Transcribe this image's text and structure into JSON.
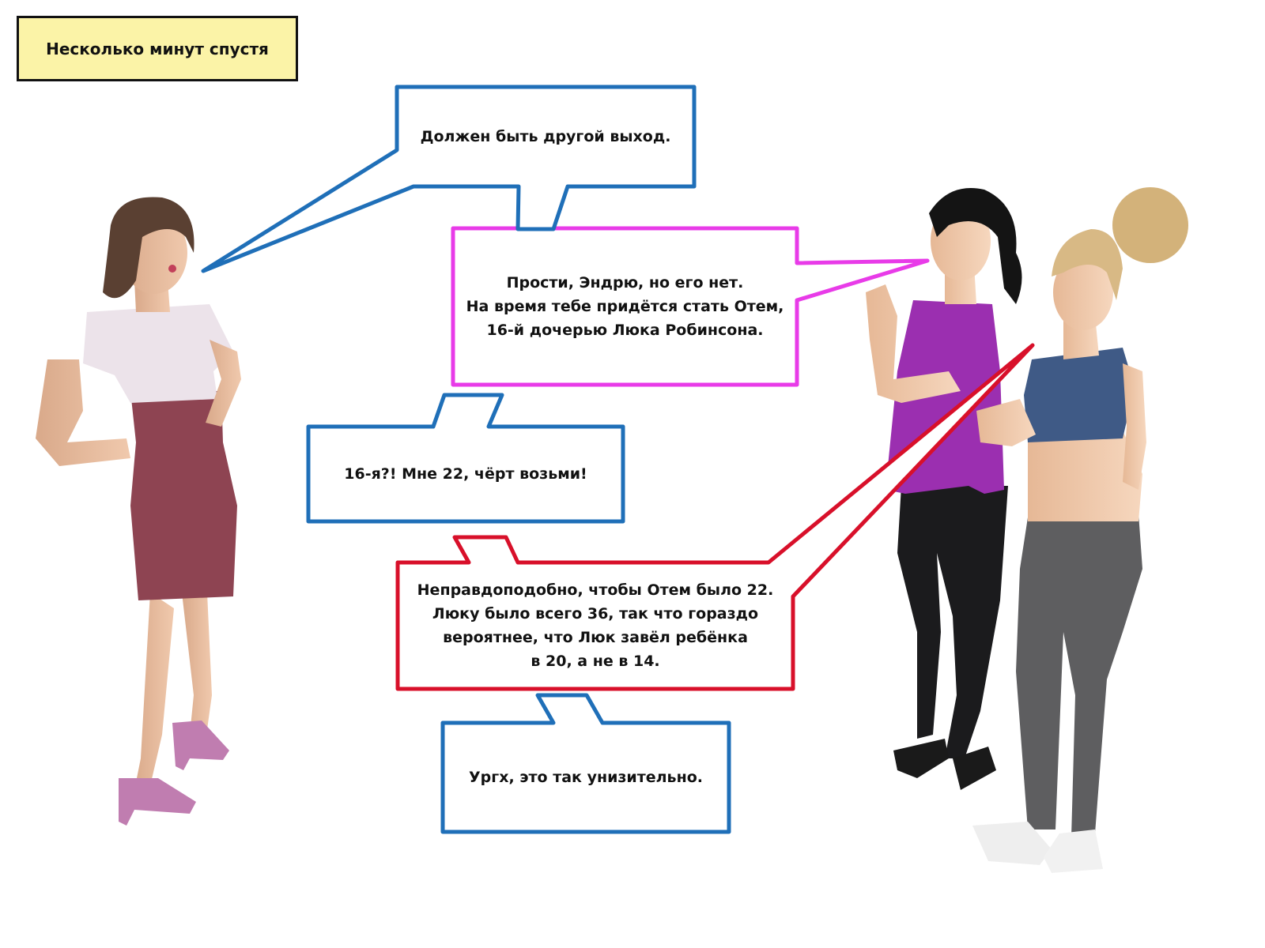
{
  "caption": {
    "text": "Несколько минут спустя"
  },
  "colors": {
    "blue_bubble": "#1f6fb8",
    "magenta_bubble": "#e83be8",
    "red_bubble": "#d8102a",
    "caption_bg": "#fbf3a7"
  },
  "characters": [
    {
      "name": "woman-left",
      "outfit": "pink blouse, maroon dress"
    },
    {
      "name": "woman-dark-hair",
      "outfit": "purple top, black leggings"
    },
    {
      "name": "woman-blonde",
      "outfit": "blue sports bra, grey leggings"
    }
  ],
  "bubbles": {
    "b1": "Должен быть другой выход.",
    "b2": "Прости, Эндрю, но его нет.\nНа время тебе придётся стать Отем,\n16-й дочерью Люка Робинсона.",
    "b3": "16-я?! Мне 22, чёрт возьми!",
    "b4": "Неправдоподобно, чтобы Отем было 22.\nЛюку было всего 36, так что гораздо\nвероятнее, что Люк завёл ребёнка\nв 20, а не в 14.",
    "b5": "Ургх, это так унизительно."
  }
}
